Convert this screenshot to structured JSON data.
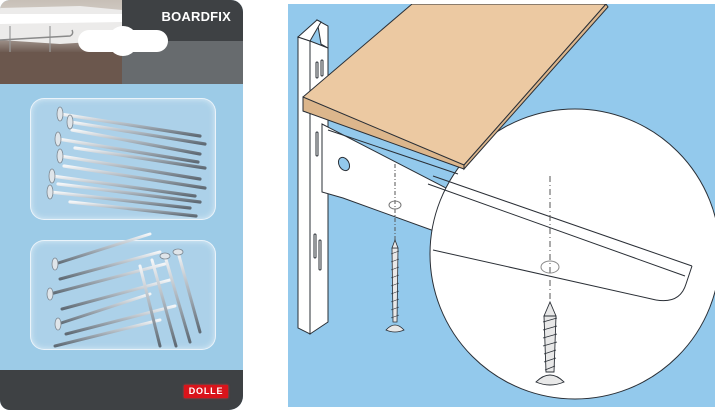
{
  "package": {
    "product_name": "BOARDFIX",
    "brand": "DOLLE",
    "colors": {
      "header_dark": "#3e4144",
      "subheader_gray": "#676b6e",
      "background_blue": "#9ccbe7",
      "brand_red": "#d9141b"
    },
    "contents": "screws-in-blister-pack"
  },
  "illustration": {
    "subject": "shelf-board-screwed-onto-bracket-on-wall-rail",
    "detail_view": "magnified-screw-and-bracket-hole",
    "colors": {
      "background": "#93c9ec",
      "board": "#ecc9a2",
      "metal": "#ffffff",
      "outline": "#2a2f36"
    }
  }
}
